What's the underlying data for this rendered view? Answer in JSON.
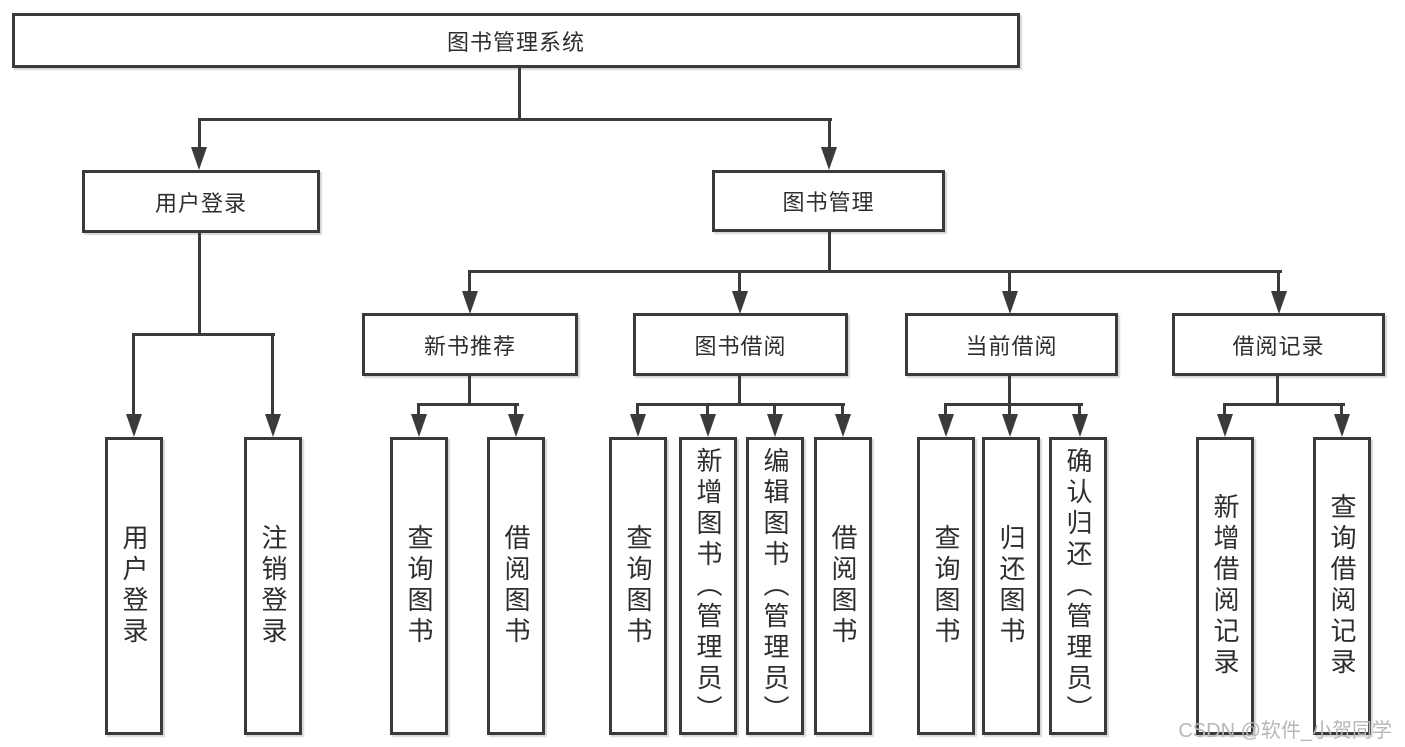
{
  "root": {
    "label": "图书管理系统"
  },
  "level2": {
    "user_login": {
      "label": "用户登录"
    },
    "book_management": {
      "label": "图书管理"
    }
  },
  "level3": {
    "new_book_recommend": {
      "label": "新书推荐"
    },
    "book_borrow": {
      "label": "图书借阅"
    },
    "current_borrow": {
      "label": "当前借阅"
    },
    "borrow_record": {
      "label": "借阅记录"
    }
  },
  "leaves": {
    "user_login": [
      "用户登录",
      "注销登录"
    ],
    "new_book_recommend": [
      "查询图书",
      "借阅图书"
    ],
    "book_borrow": [
      "查询图书",
      "新增图书（管理员）",
      "编辑图书（管理员）",
      "借阅图书"
    ],
    "current_borrow": [
      "查询图书",
      "归还图书",
      "确认归还（管理员）"
    ],
    "borrow_record": [
      "新增借阅记录",
      "查询借阅记录"
    ]
  },
  "watermark": "CSDN @软件_小贺同学",
  "colors": {
    "line": "#3a3a3a",
    "text": "#2e2e2e",
    "watermark": "#b7b7b7",
    "background": "#ffffff"
  }
}
